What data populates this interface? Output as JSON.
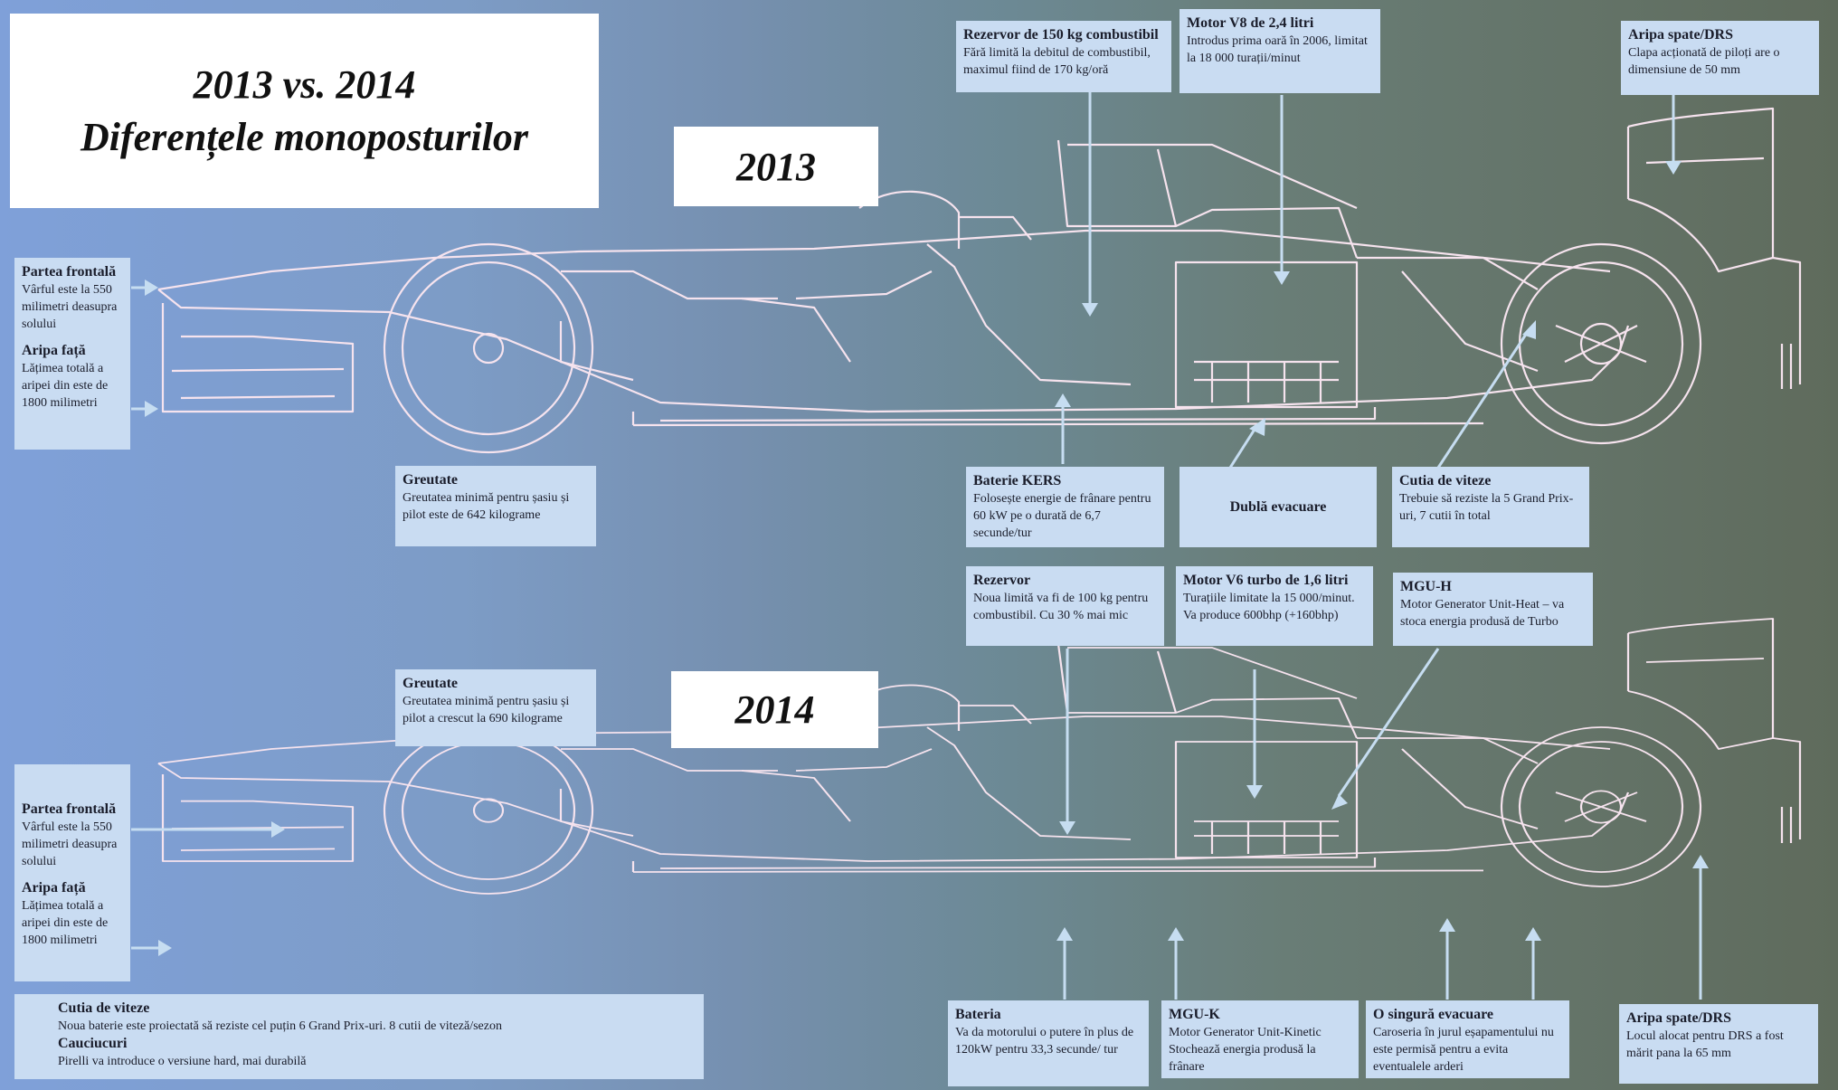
{
  "title": {
    "line1": "2013 vs. 2014",
    "line2": "Diferențele monoposturilor"
  },
  "years": {
    "top": "2013",
    "bottom": "2014"
  },
  "top_callouts": {
    "partea_frontala": {
      "heading": "Partea frontală",
      "text": "Vârful este la 550 milimetri deasupra solului"
    },
    "aripa_fata": {
      "heading": "Aripa față",
      "text": "Lățimea totală a aripei din este de 1800 milimetri"
    },
    "greutate": {
      "heading": "Greutate",
      "text": "Greutatea minimă pentru șasiu și pilot este de 642 kilograme"
    },
    "rezervor": {
      "heading": "Rezervor de 150 kg combustibil",
      "text": "Fără limită la debitul de combustibil, maximul fiind de 170 kg/oră"
    },
    "motor": {
      "heading": "Motor V8 de 2,4 litri",
      "text": "Introdus prima oară în 2006, limitat la 18 000 turații/minut"
    },
    "aripa_spate": {
      "heading": "Aripa spate/DRS",
      "text": "Clapa acționată de piloți are o dimensiune de 50 mm"
    },
    "baterie_kers": {
      "heading": "Baterie KERS",
      "text": "Folosește energie de frânare pentru 60 kW pe o durată de 6,7 secunde/tur"
    },
    "dubla_evacuare": {
      "heading": "Dublă evacuare"
    },
    "cutia": {
      "heading": "Cutia de viteze",
      "text": "Trebuie să reziste la 5 Grand Prix-uri, 7 cutii în total"
    }
  },
  "bottom_callouts": {
    "greutate": {
      "heading": "Greutate",
      "text": "Greutatea minimă pentru șasiu și pilot a crescut la 690 kilograme"
    },
    "rezervor": {
      "heading": "Rezervor",
      "text": "Noua limită va fi de 100 kg pentru combustibil. Cu 30 % mai mic"
    },
    "motor": {
      "heading": "Motor V6 turbo de 1,6 litri",
      "text": "Turațiile limitate la 15 000/minut. Va produce 600bhp (+160bhp)"
    },
    "mgu_h": {
      "heading": "MGU-H",
      "text": "Motor Generator Unit-Heat – va stoca energia produsă de Turbo"
    },
    "partea_frontala": {
      "heading": "Partea frontală",
      "text": "Vârful este la 550 milimetri deasupra solului"
    },
    "aripa_fata": {
      "heading": "Aripa față",
      "text": "Lățimea totală a aripei din este de 1800 milimetri"
    },
    "cutia": {
      "heading": "Cutia de viteze",
      "text": "Noua baterie este proiectată să reziste cel puțin 6 Grand Prix-uri. 8 cutii de viteză/sezon"
    },
    "cauciucuri": {
      "heading": "Cauciucuri",
      "text": "Pirelli va introduce o versiune hard, mai durabilă"
    },
    "bateria": {
      "heading": "Bateria",
      "text": "Va da motorului o putere în plus de 120kW pentru 33,3 secunde/ tur"
    },
    "mgu_k": {
      "heading": "MGU-K",
      "text": "Motor Generator Unit-Kinetic Stochează energia produsă la frânare"
    },
    "evacuare": {
      "heading": "O singură evacuare",
      "text": "Caroseria în jurul eșapamentului nu este permisă pentru a evita eventualele arderi"
    },
    "aripa_spate": {
      "heading": "Aripa spate/DRS",
      "text": "Locul alocat pentru DRS a fost mărit pana la 65 mm"
    }
  },
  "colors": {
    "line": "#f6e3ee",
    "arrow": "#c6ddf1",
    "box": "#c9dcf2"
  }
}
